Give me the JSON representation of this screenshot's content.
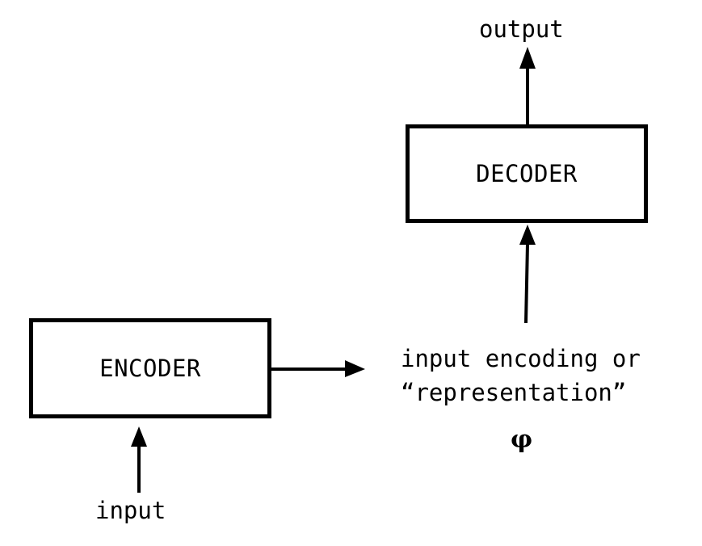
{
  "diagram": {
    "encoder_label": "ENCODER",
    "decoder_label": "DECODER",
    "input_label": "input",
    "output_label": "output",
    "encoding_line1": "input encoding or",
    "encoding_line2": "“representation”",
    "phi_symbol": "φ"
  },
  "colors": {
    "stroke": "#000000",
    "background": "#ffffff"
  }
}
